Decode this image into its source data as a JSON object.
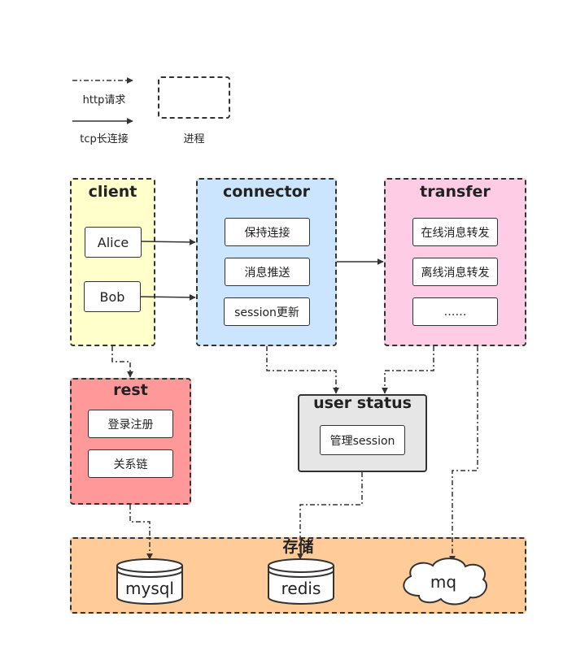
{
  "legend": {
    "http_label": "http请求",
    "tcp_label": "tcp长连接",
    "process_label": "进程"
  },
  "client": {
    "title": "client",
    "items": [
      "Alice",
      "Bob"
    ]
  },
  "connector": {
    "title": "connector",
    "items": [
      "保持连接",
      "消息推送",
      "session更新"
    ]
  },
  "transfer": {
    "title": "transfer",
    "items": [
      "在线消息转发",
      "离线消息转发",
      "……"
    ]
  },
  "rest": {
    "title": "rest",
    "items": [
      "登录注册",
      "关系链"
    ]
  },
  "user_status": {
    "title": "user status",
    "items": [
      "管理session"
    ]
  },
  "storage": {
    "title": "存储",
    "items": [
      "mysql",
      "redis",
      "mq"
    ]
  },
  "colors": {
    "client_fill": "#ffffcc",
    "connector_fill": "#cce5ff",
    "transfer_fill": "#ffcce6",
    "rest_fill": "#ff9999",
    "user_status_fill": "#e6e6e6",
    "storage_fill": "#ffcc99",
    "stroke": "#333333"
  }
}
